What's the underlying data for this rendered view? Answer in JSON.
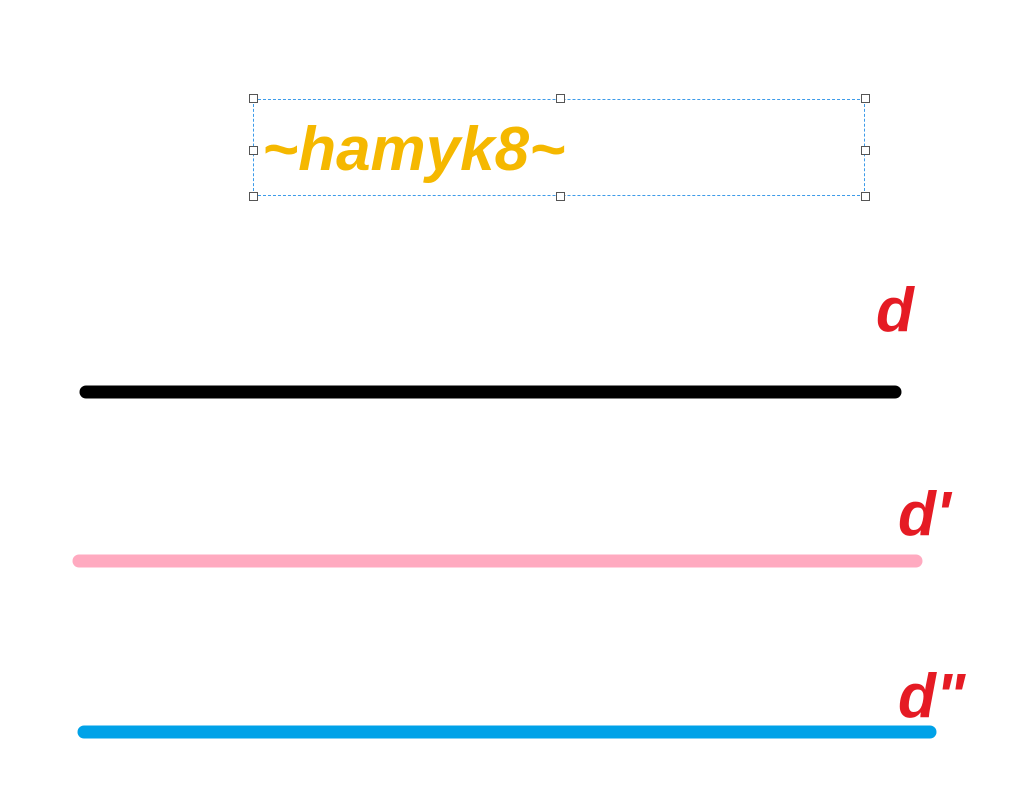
{
  "text_box": {
    "text": "~hamyk8~",
    "color": "#f5b800",
    "selection_color": "#3d9be9"
  },
  "segments": [
    {
      "id": "d",
      "label": "d",
      "stroke": "#000000",
      "label_color": "#e51b24"
    },
    {
      "id": "d-prime",
      "label": "d'",
      "stroke": "#ffaac0",
      "label_color": "#e51b24"
    },
    {
      "id": "d-double-prime",
      "label": "d\"",
      "stroke": "#00a2e8",
      "label_color": "#e51b24"
    }
  ]
}
